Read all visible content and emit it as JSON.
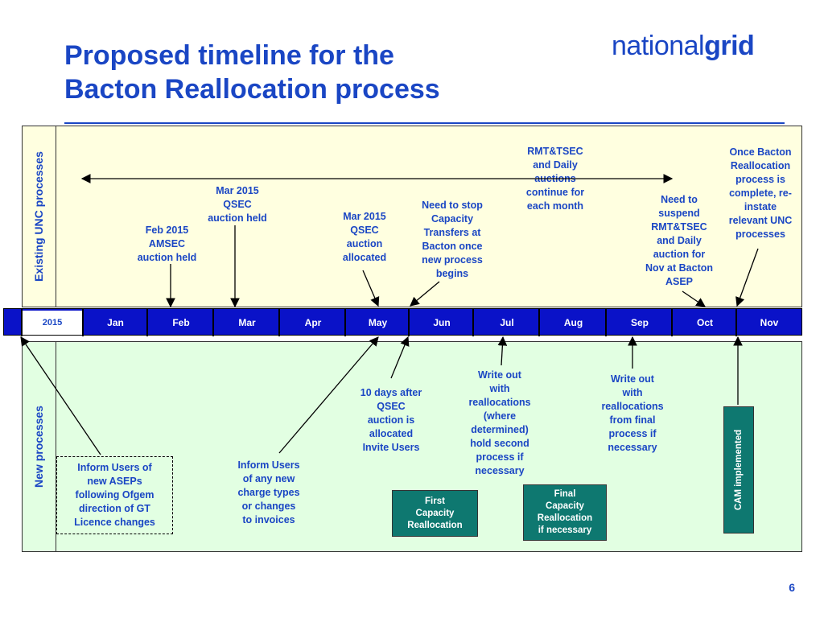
{
  "slide": {
    "title_line1": "Proposed timeline for the",
    "title_line2": "Bacton Reallocation process",
    "logo_light": "national",
    "logo_bold": "grid",
    "page_number": "6"
  },
  "bands": {
    "top_label": "Existing UNC processes",
    "bottom_label": "New processes"
  },
  "timeline": {
    "year": "2015",
    "months": [
      "Jan",
      "Feb",
      "Mar",
      "Apr",
      "May",
      "Jun",
      "Jul",
      "Aug",
      "Sep",
      "Oct",
      "Nov"
    ]
  },
  "top_notes": {
    "feb_amsec": [
      "Feb 2015",
      "AMSEC",
      "auction held"
    ],
    "mar_qsec_held": [
      "Mar 2015",
      "QSEC",
      "auction held"
    ],
    "mar_qsec_allocated": [
      "Mar 2015",
      "QSEC",
      "auction",
      "allocated"
    ],
    "stop_transfers": [
      "Need to stop",
      "Capacity",
      "Transfers at",
      "Bacton once",
      "new process",
      "begins"
    ],
    "rmt_continue": [
      "RMT&TSEC",
      "and Daily",
      "auctions",
      "continue for",
      "each month"
    ],
    "suspend_rmt": [
      "Need to",
      "suspend",
      "RMT&TSEC",
      "and Daily",
      "auction for",
      "Nov at Bacton",
      "ASEP"
    ],
    "reinstate": [
      "Once Bacton",
      "Reallocation",
      "process is",
      "complete, re-",
      "instate",
      "relevant UNC",
      "processes"
    ]
  },
  "bottom_notes": {
    "inform_aseps": [
      "Inform Users of",
      "new ASEPs",
      "following Ofgem",
      "direction of GT",
      "Licence changes"
    ],
    "inform_charges": [
      "Inform Users",
      "of any new",
      "charge types",
      "or changes",
      "to invoices"
    ],
    "ten_days": [
      "10 days after",
      "QSEC",
      "auction is",
      "allocated",
      "Invite Users"
    ],
    "write_out_1": [
      "Write out",
      "with",
      "reallocations",
      "(where",
      "determined)",
      "hold second",
      "process if",
      "necessary"
    ],
    "write_out_2": [
      "Write out",
      "with",
      "reallocations",
      "from final",
      "process if",
      "necessary"
    ]
  },
  "boxes": {
    "first_capacity": [
      "First",
      "Capacity",
      "Reallocation"
    ],
    "final_capacity": [
      "Final",
      "Capacity",
      "Reallocation",
      "if necessary"
    ],
    "cam": "CAM implemented"
  }
}
